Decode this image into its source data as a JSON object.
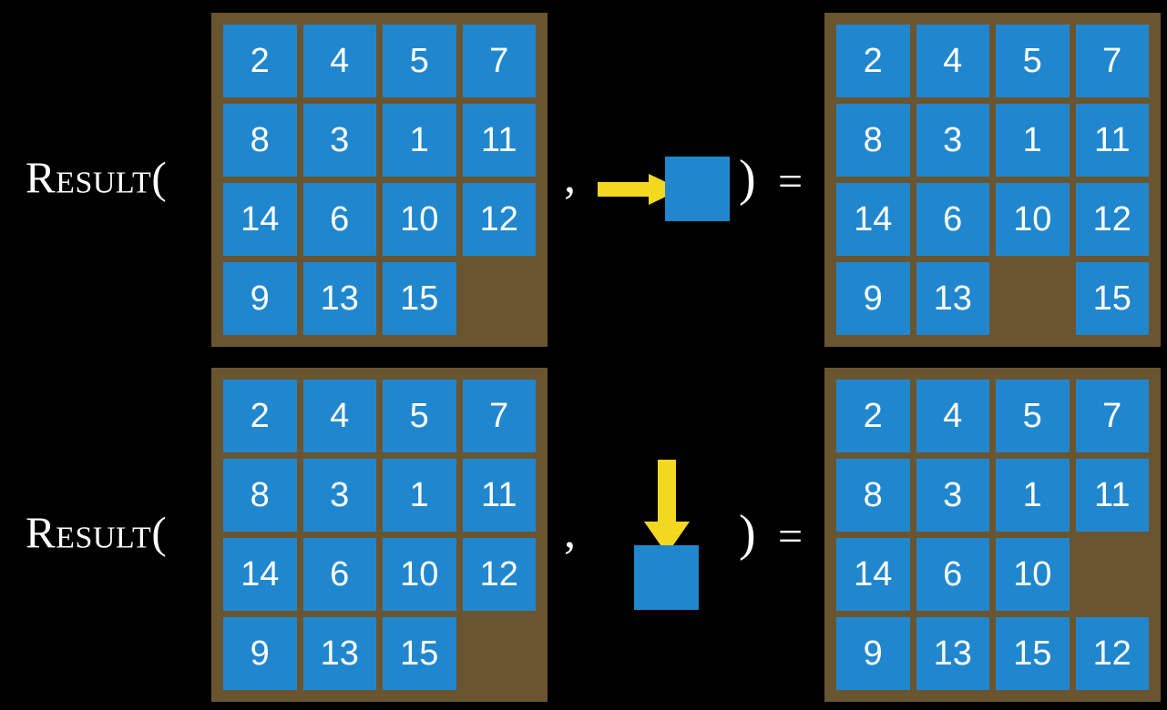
{
  "page": {
    "background_color": "#000000",
    "tile_color": "#2087ce",
    "board_color": "#6a5531",
    "arrow_color": "#f2d820",
    "text_color": "#ffffff"
  },
  "rows": [
    {
      "id": "row-top",
      "label": "Result(",
      "comma": ",",
      "close_paren": ")",
      "equals": "=",
      "action": {
        "name": "move-right",
        "direction": "right",
        "arrow_icon": "arrow-right-icon",
        "tile_label": ""
      },
      "input_board": {
        "name": "input-board-top",
        "cells": [
          [
            "2",
            "4",
            "5",
            "7"
          ],
          [
            "8",
            "3",
            "1",
            "11"
          ],
          [
            "14",
            "6",
            "10",
            "12"
          ],
          [
            "9",
            "13",
            "15",
            ""
          ]
        ]
      },
      "output_board": {
        "name": "output-board-top",
        "cells": [
          [
            "2",
            "4",
            "5",
            "7"
          ],
          [
            "8",
            "3",
            "1",
            "11"
          ],
          [
            "14",
            "6",
            "10",
            "12"
          ],
          [
            "9",
            "13",
            "",
            "15"
          ]
        ]
      }
    },
    {
      "id": "row-bottom",
      "label": "Result(",
      "comma": ",",
      "close_paren": ")",
      "equals": "=",
      "action": {
        "name": "move-down",
        "direction": "down",
        "arrow_icon": "arrow-down-icon",
        "tile_label": ""
      },
      "input_board": {
        "name": "input-board-bottom",
        "cells": [
          [
            "2",
            "4",
            "5",
            "7"
          ],
          [
            "8",
            "3",
            "1",
            "11"
          ],
          [
            "14",
            "6",
            "10",
            "12"
          ],
          [
            "9",
            "13",
            "15",
            ""
          ]
        ]
      },
      "output_board": {
        "name": "output-board-bottom",
        "cells": [
          [
            "2",
            "4",
            "5",
            "7"
          ],
          [
            "8",
            "3",
            "1",
            "11"
          ],
          [
            "14",
            "6",
            "10",
            ""
          ],
          [
            "9",
            "13",
            "15",
            "12"
          ]
        ]
      }
    }
  ]
}
